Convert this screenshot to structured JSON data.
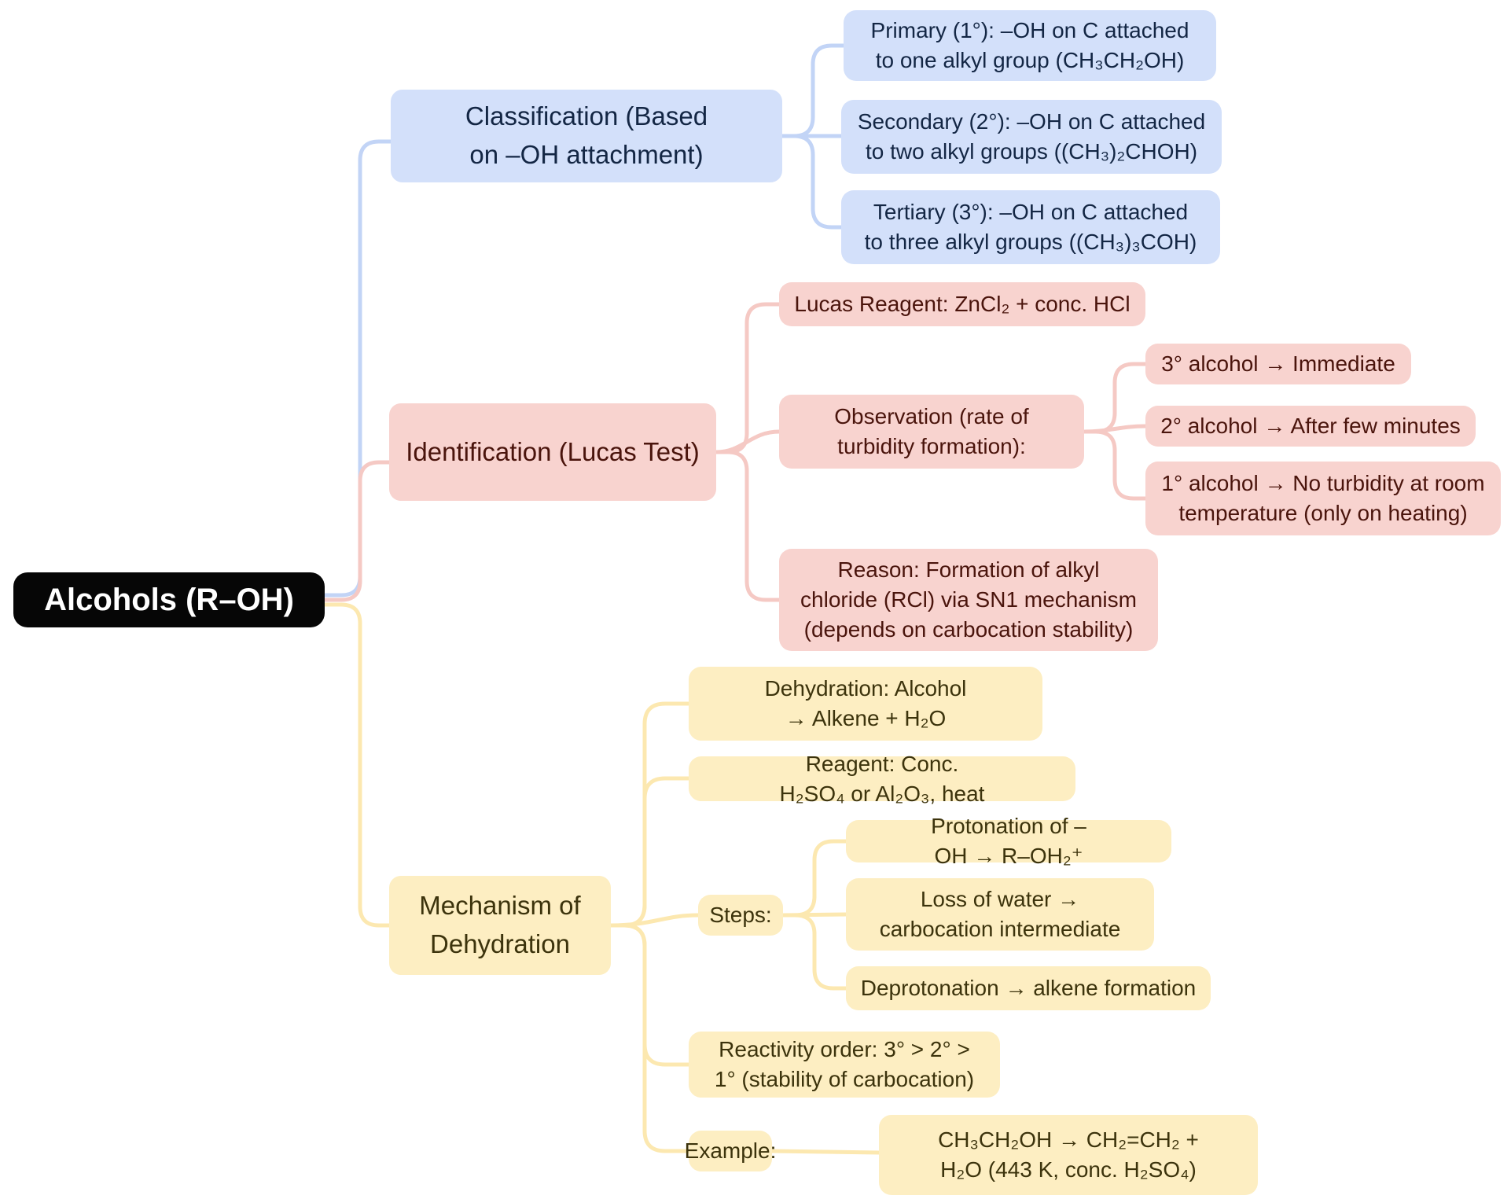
{
  "root": {
    "label": "Alcohols (R–OH)"
  },
  "branches": {
    "classification": {
      "label": "Classification (Based on –OH attachment)",
      "children": {
        "primary": {
          "label": "Primary (1°): –OH on C attached to one alkyl group (CH₃CH₂OH)"
        },
        "secondary": {
          "label": "Secondary (2°): –OH on C attached to two alkyl groups ((CH₃)₂CHOH)"
        },
        "tertiary": {
          "label": "Tertiary (3°): –OH on C attached to three alkyl groups ((CH₃)₃COH)"
        }
      }
    },
    "identification": {
      "label": "Identification (Lucas Test)",
      "children": {
        "reagent": {
          "label": "Lucas Reagent: ZnCl₂ + conc. HCl"
        },
        "observation": {
          "label": "Observation (rate of turbidity formation):",
          "children": {
            "tertiary": {
              "label": "3° alcohol → Immediate"
            },
            "secondary": {
              "label": "2° alcohol → After few minutes"
            },
            "primary": {
              "label": "1° alcohol → No turbidity at room temperature (only on heating)"
            }
          }
        },
        "reason": {
          "label": "Reason: Formation of alkyl chloride (RCl) via SN1 mechanism (depends on carbocation stability)"
        }
      }
    },
    "mechanism": {
      "label": "Mechanism of Dehydration",
      "children": {
        "dehydration": {
          "label": "Dehydration: Alcohol → Alkene + H₂O"
        },
        "reagent": {
          "label": "Reagent: Conc. H₂SO₄ or Al₂O₃, heat"
        },
        "steps": {
          "label": "Steps:",
          "children": {
            "protonation": {
              "label": "Protonation of –OH → R–OH₂⁺"
            },
            "loss": {
              "label": "Loss of water → carbocation intermediate"
            },
            "deprotonation": {
              "label": "Deprotonation → alkene formation"
            }
          }
        },
        "reactivity": {
          "label": "Reactivity order: 3° > 2° > 1° (stability of carbocation)"
        },
        "example": {
          "label": "Example:",
          "children": {
            "formula": {
              "label": "CH₃CH₂OH → CH₂=CH₂ + H₂O (443 K, conc. H₂SO₄)"
            }
          }
        }
      }
    }
  },
  "colors": {
    "root_bg": "#060606",
    "root_text": "#ffffff",
    "classification_bg": "#d3e0fa",
    "classification_text": "#132644",
    "classification_line": "#c2d4f6",
    "identification_bg": "#f8d3cf",
    "identification_text": "#4a140c",
    "identification_line": "#f5c9c4",
    "mechanism_bg": "#fdeec2",
    "mechanism_text": "#3c330c",
    "mechanism_line": "#fce8b0"
  }
}
